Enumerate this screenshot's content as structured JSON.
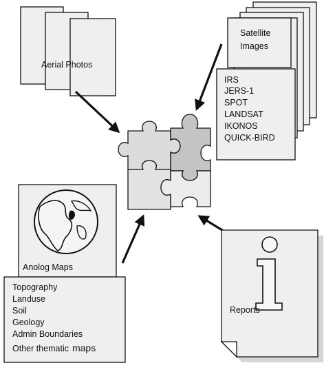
{
  "aerial": {
    "label": "Aerial Photos"
  },
  "satellite": {
    "title_line1": "Satellite",
    "title_line2": "Images",
    "items": [
      "IRS",
      "JERS-1",
      "SPOT",
      "LANDSAT",
      "IKONOS",
      "QUICK-BIRD"
    ]
  },
  "maps": {
    "label": "Anolog Maps",
    "items": [
      "Topography",
      "Landuse",
      "Soil",
      "Geology",
      "Admin Boundaries"
    ],
    "last_item_prefix": "Other thematic",
    "last_item_suffix": "maps"
  },
  "reports": {
    "label": "Reports",
    "icon": "info-icon"
  },
  "puzzle": {
    "icon": "puzzle-icon"
  },
  "colors": {
    "paper": "#efefef",
    "line": "#111111",
    "puzzle_dark": "#c9c9c9",
    "puzzle_light": "#e4e4e4"
  }
}
